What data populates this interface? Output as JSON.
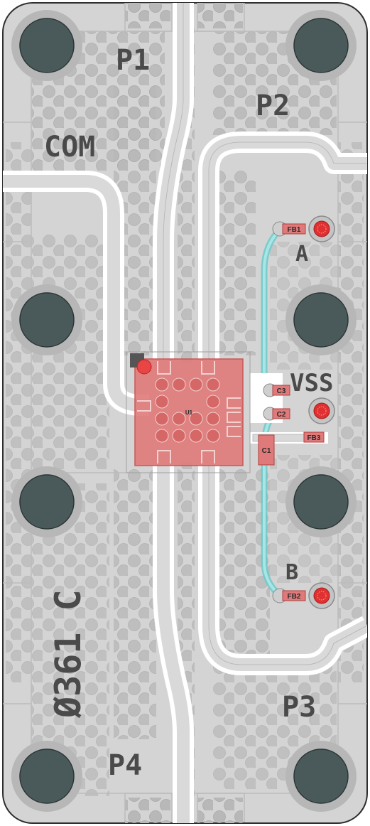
{
  "board": {
    "ports": {
      "p1": "P1",
      "p2": "P2",
      "p3": "P3",
      "p4": "P4"
    },
    "labels": {
      "com": "COM",
      "vss": "VSS",
      "a": "A",
      "b": "B",
      "part_number": "Ø361 C"
    },
    "components": {
      "u1": "U1",
      "c1": "C1",
      "c2": "C2",
      "c3": "C3",
      "fb1": "FB1",
      "fb2": "FB2",
      "fb3": "FB3"
    }
  },
  "colors": {
    "board": "#d4d4d4",
    "ground_pour": "#cbcbcb",
    "trace": "#d9d9d9",
    "hole": "#4a5a5a",
    "ic": "#e07a7a",
    "bias_trace": "#7fd3d3",
    "silkscreen": "#4a4a4a"
  }
}
